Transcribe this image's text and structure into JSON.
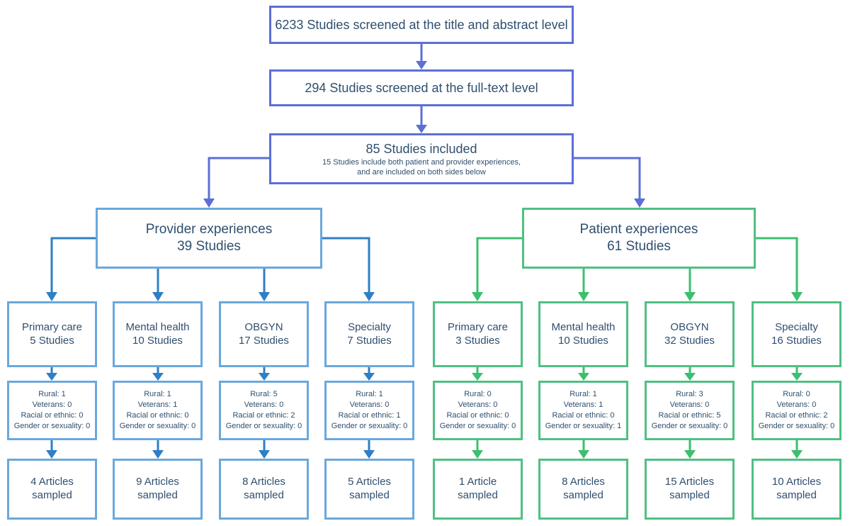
{
  "screening": {
    "title_abstract": "6233 Studies screened at the title and abstract level",
    "full_text": "294 Studies screened at the full-text level",
    "included_title": "85 Studies included",
    "included_note_1": "15 Studies include both patient and provider experiences,",
    "included_note_2": "and are included on both sides below"
  },
  "groups": {
    "provider": {
      "title": "Provider experiences",
      "count": "39 Studies",
      "color": "#6aa8dc",
      "arrow_color": "#2e7fc5",
      "categories": [
        {
          "name": "Primary care",
          "count": "5 Studies",
          "stats": [
            "Rural: 1",
            "Veterans: 0",
            "Racial or ethnic: 0",
            "Gender or sexuality: 0"
          ],
          "sampled_1": "4 Articles",
          "sampled_2": "sampled"
        },
        {
          "name": "Mental health",
          "count": "10 Studies",
          "stats": [
            "Rural: 1",
            "Veterans: 1",
            "Racial or ethnic: 0",
            "Gender or sexuality: 0"
          ],
          "sampled_1": "9 Articles",
          "sampled_2": "sampled"
        },
        {
          "name": "OBGYN",
          "count": "17 Studies",
          "stats": [
            "Rural: 5",
            "Veterans: 0",
            "Racial or ethnic: 2",
            "Gender or sexuality: 0"
          ],
          "sampled_1": "8 Articles",
          "sampled_2": "sampled"
        },
        {
          "name": "Specialty",
          "count": "7 Studies",
          "stats": [
            "Rural: 1",
            "Veterans: 0",
            "Racial or ethnic: 1",
            "Gender or sexuality: 0"
          ],
          "sampled_1": "5 Articles",
          "sampled_2": "sampled"
        }
      ]
    },
    "patient": {
      "title": "Patient experiences",
      "count": "61 Studies",
      "color": "#4fc083",
      "arrow_color": "#3cbf6e",
      "categories": [
        {
          "name": "Primary care",
          "count": "3 Studies",
          "stats": [
            "Rural: 0",
            "Veterans: 0",
            "Racial or ethnic: 0",
            "Gender or sexuality: 0"
          ],
          "sampled_1": "1 Article",
          "sampled_2": "sampled"
        },
        {
          "name": "Mental health",
          "count": "10 Studies",
          "stats": [
            "Rural: 1",
            "Veterans: 1",
            "Racial or ethnic: 0",
            "Gender or sexuality: 1"
          ],
          "sampled_1": "8 Articles",
          "sampled_2": "sampled"
        },
        {
          "name": "OBGYN",
          "count": "32 Studies",
          "stats": [
            "Rural: 3",
            "Veterans: 0",
            "Racial or ethnic: 5",
            "Gender or sexuality: 0"
          ],
          "sampled_1": "15 Articles",
          "sampled_2": "sampled"
        },
        {
          "name": "Specialty",
          "count": "16 Studies",
          "stats": [
            "Rural: 0",
            "Veterans: 0",
            "Racial or ethnic: 2",
            "Gender or sexuality: 0"
          ],
          "sampled_1": "10 Articles",
          "sampled_2": "sampled"
        }
      ]
    }
  },
  "colors": {
    "top_border": "#5b6fd6",
    "provider_border": "#6aa8dc",
    "patient_border": "#4fc083",
    "text": "#2f4f6f"
  }
}
